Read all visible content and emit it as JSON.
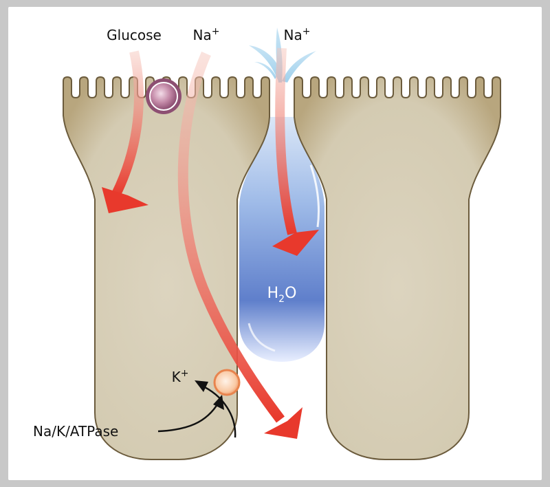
{
  "labels": {
    "glucose": "Glucose",
    "na_left": "Na",
    "na_left_sup": "+",
    "na_right": "Na",
    "na_right_sup": "+",
    "water": "H",
    "water_sub": "2",
    "water_tail": "O",
    "k": "K",
    "k_sup": "+",
    "pump": "Na/K/ATPase"
  },
  "colors": {
    "background": "#ffffff",
    "panel": "#c8c8c8",
    "cell_fill": "#d6ceb8",
    "cell_edge": "#b2a078",
    "cell_outline": "#6b5b3c",
    "arrow_red": "#e8392c",
    "water_blue": "#6f8fd0",
    "glucose_transporter": "#a45c85",
    "pump_circle": "#f2a679"
  }
}
